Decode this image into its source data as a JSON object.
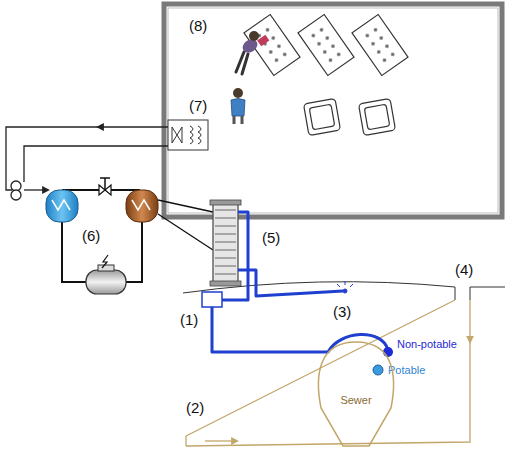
{
  "diagram": {
    "nodes": [
      {
        "text": [
          "Sewer"
        ]
      }
    ],
    "labels": [
      "(8)",
      "(7)",
      "(6)",
      "(5)",
      "(4)",
      "(1)",
      "(3)",
      "(2)",
      "Non-potable",
      "Potable"
    ]
  }
}
